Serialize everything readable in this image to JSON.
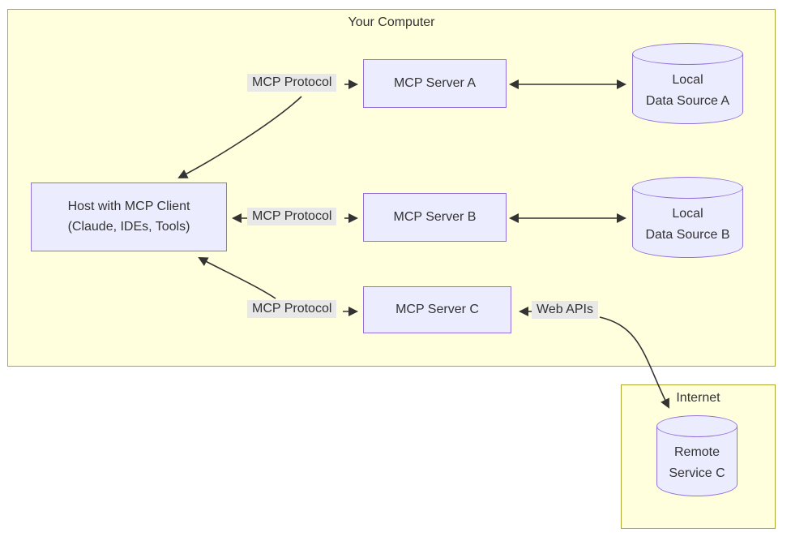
{
  "colors": {
    "cluster_fill": "#ffffde",
    "cluster_border": "#aaaa33",
    "node_fill": "#ececff",
    "node_border": "#9370db",
    "edge_label_bg": "#e8e8e8",
    "text": "#333333",
    "arrow": "#333333"
  },
  "clusters": {
    "your_computer": {
      "title": "Your Computer"
    },
    "internet": {
      "title": "Internet"
    }
  },
  "nodes": {
    "host": {
      "lines": [
        "Host with MCP Client",
        "(Claude, IDEs, Tools)"
      ]
    },
    "server_a": {
      "label": "MCP Server A"
    },
    "server_b": {
      "label": "MCP Server B"
    },
    "server_c": {
      "label": "MCP Server C"
    },
    "data_source_a": {
      "lines": [
        "Local",
        "Data Source A"
      ]
    },
    "data_source_b": {
      "lines": [
        "Local",
        "Data Source B"
      ]
    },
    "remote_service_c": {
      "lines": [
        "Remote",
        "Service C"
      ]
    }
  },
  "edges": {
    "protocol_a": "MCP Protocol",
    "protocol_b": "MCP Protocol",
    "protocol_c": "MCP Protocol",
    "web_apis": "Web APIs"
  }
}
